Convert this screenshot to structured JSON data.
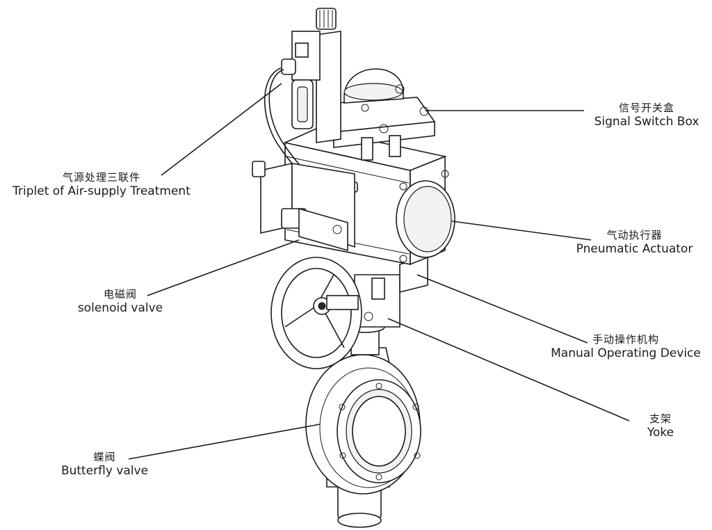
{
  "labels": {
    "signal_switch_box": {
      "zh": "信号开关盒",
      "en": "Signal Switch Box"
    },
    "air_supply_triplet": {
      "zh": "气源处理三联件",
      "en": "Triplet of Air-supply Treatment"
    },
    "pneumatic_actuator": {
      "zh": "气动执行器",
      "en": "Pneumatic Actuator"
    },
    "solenoid_valve": {
      "zh": "电磁阀",
      "en": "solenoid valve"
    },
    "manual_operating_device": {
      "zh": "手动操作机构",
      "en": "Manual Operating Device"
    },
    "yoke": {
      "zh": "支架",
      "en": "Yoke"
    },
    "butterfly_valve": {
      "zh": "蝶阀",
      "en": "Butterfly valve"
    }
  }
}
